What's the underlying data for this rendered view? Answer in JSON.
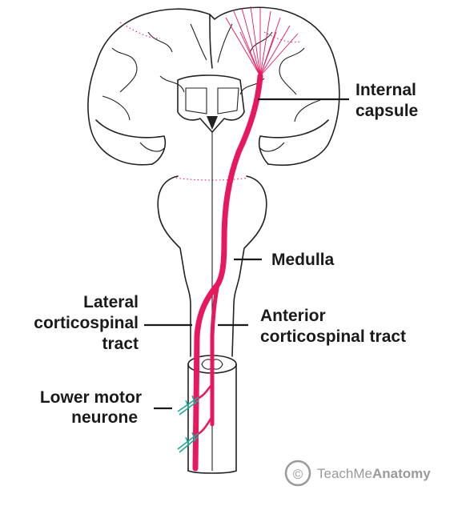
{
  "labels": {
    "internal_capsule": [
      "Internal",
      "capsule"
    ],
    "medulla": "Medulla",
    "lateral_tract": [
      "Lateral",
      "corticospinal",
      "tract"
    ],
    "anterior_tract": [
      "Anterior",
      "corticospinal tract"
    ],
    "lower_motor_neurone": [
      "Lower motor",
      "neurone"
    ]
  },
  "watermark": {
    "symbol": "©",
    "brand_regular": "TeachMe",
    "brand_bold": "Anatomy"
  },
  "colors": {
    "tract": "#e8185c",
    "motor_neurone": "#1fa99a",
    "outline": "#222222"
  }
}
